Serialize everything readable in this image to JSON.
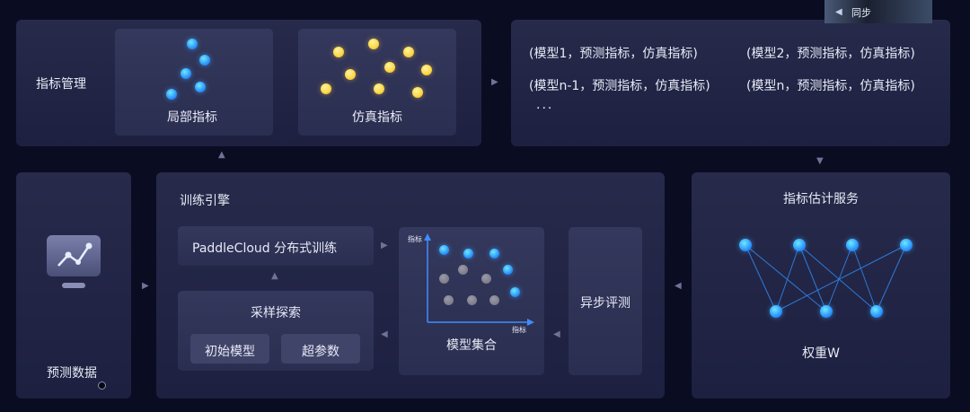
{
  "top_left": {
    "title": "指标管理",
    "local_label": "局部指标",
    "sim_label": "仿真指标"
  },
  "top_right": {
    "row1_a": "(模型1，预测指标，仿真指标)",
    "row1_b": "(模型2，预测指标，仿真指标)",
    "row2_a": "(模型n-1，预测指标，仿真指标)",
    "row2_b": "(模型n，预测指标，仿真指标)",
    "ellipsis": "···"
  },
  "predict": {
    "label": "预测数据"
  },
  "engine": {
    "title": "训练引擎",
    "paddle": "PaddleCloud 分布式训练",
    "sampling": "采样探索",
    "init_model": "初始模型",
    "hyper": "超参数",
    "model_set": "模型集合",
    "axis_y": "指标",
    "axis_x": "指标",
    "async": "异步评测"
  },
  "estimate": {
    "title": "指标估计服务",
    "weight": "权重W"
  },
  "video_overlay": "同步",
  "colors": {
    "blue_dot": "#2f9dff",
    "yellow_dot": "#ffd84a",
    "gray_dot": "#75757f",
    "line": "#2f8fff"
  }
}
